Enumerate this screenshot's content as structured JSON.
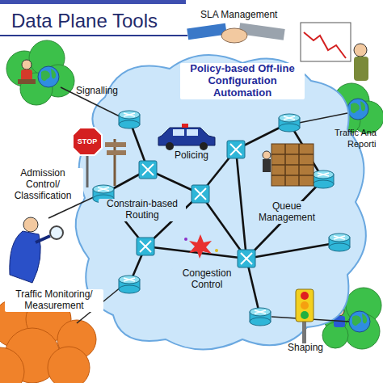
{
  "diagram": {
    "title": "Data Plane Tools",
    "labels": [
      "SLA Management",
      "Policy-based Off-line Configuration Automation",
      "Signalling",
      "Traffic Ana",
      "Reporti",
      "Policing",
      "Admission Control/ Classification",
      "Constrain-based Routing",
      "Queue Management",
      "Congestion Control",
      "Traffic Monitoring/ Measurement",
      "Shaping",
      "STOP"
    ]
  }
}
